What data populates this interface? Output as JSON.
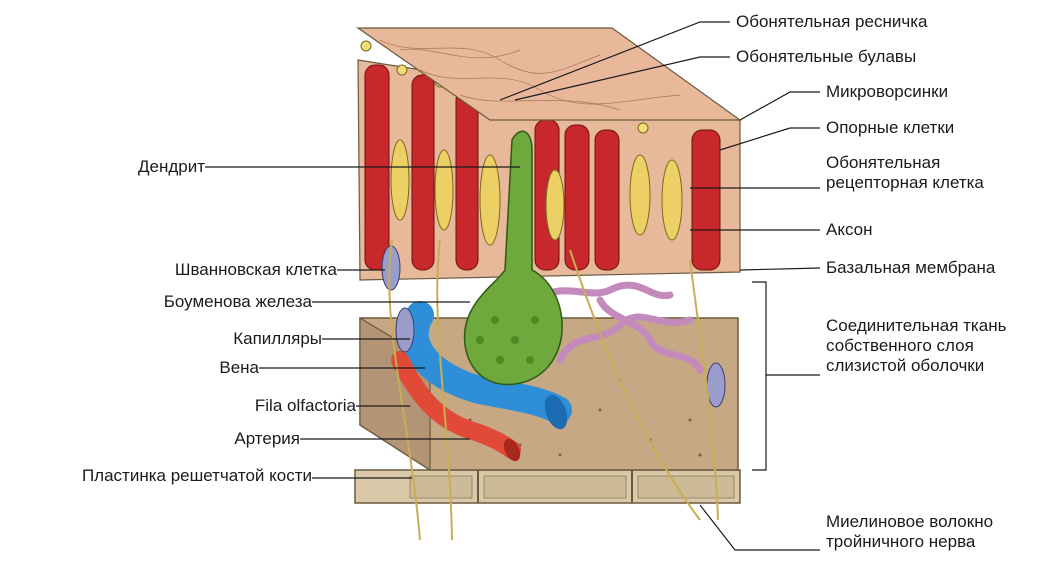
{
  "labels": {
    "cilium": "Обонятельная ресничка",
    "knobs": "Обонятельные булавы",
    "microvilli": "Микроворсинки",
    "supporting_cells": "Опорные клетки",
    "receptor_cell": "Обонятельная\nрецепторная клетка",
    "axon": "Аксон",
    "basal_membrane": "Базальная мембрана",
    "connective_tissue": "Соединительная ткань\nсобственного слоя\nслизистой оболочки",
    "myelin_fiber": "Миелиновое волокно\nтройничного нерва",
    "dendrite": "Дендрит",
    "schwann_cell": "Шванновская клетка",
    "bowman_gland": "Боуменова железа",
    "capillaries": "Капилляры",
    "vein": "Вена",
    "fila_olfactoria": "Fila olfactoria",
    "artery": "Артерия",
    "cribriform_plate": "Пластинка решетчатой кости"
  },
  "colors": {
    "mucus": "#e9b79a",
    "epithelium": "#c8272b",
    "receptor": "#ecd066",
    "gland": "#6fa83c",
    "vein": "#2e8fd8",
    "artery": "#e04a37",
    "lamina": "#c6a884",
    "bone": "#d9c9a8",
    "capillary": "#c48abb",
    "schwann": "#9a9ccc"
  }
}
